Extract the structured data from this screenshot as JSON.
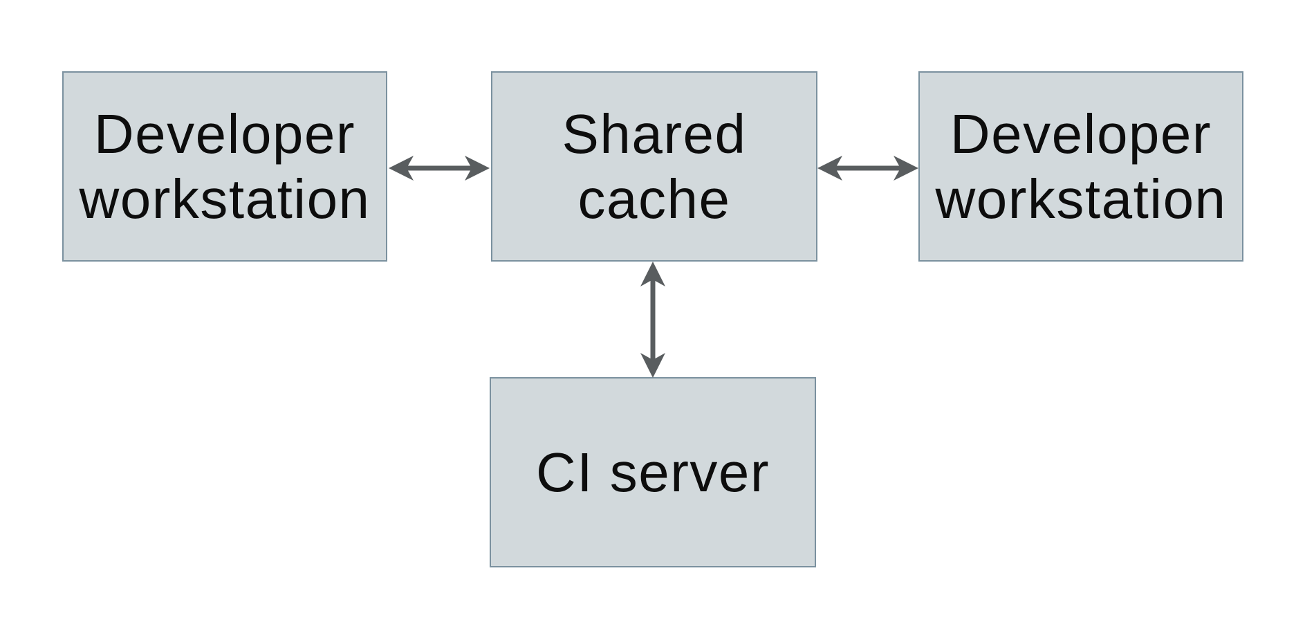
{
  "page": {
    "background": "#ffffff"
  },
  "theme": {
    "page-bg": "#ffffff",
    "node-fill": "#d2d9dc",
    "node-border": "#7b919f",
    "arrow-color": "#595d5f",
    "text-color": "#0d0d0d"
  },
  "diagram": {
    "nodes": [
      {
        "id": "developer-workstation-left",
        "label": "Developer\nworkstation"
      },
      {
        "id": "shared-cache",
        "label": "Shared\ncache"
      },
      {
        "id": "developer-workstation-right",
        "label": "Developer\nworkstation"
      },
      {
        "id": "ci-server",
        "label": "CI server"
      }
    ],
    "edges": [
      {
        "from": "developer-workstation-left",
        "to": "shared-cache",
        "direction": "bidirectional",
        "orientation": "horizontal"
      },
      {
        "from": "shared-cache",
        "to": "developer-workstation-right",
        "direction": "bidirectional",
        "orientation": "horizontal"
      },
      {
        "from": "shared-cache",
        "to": "ci-server",
        "direction": "bidirectional",
        "orientation": "vertical"
      }
    ]
  }
}
